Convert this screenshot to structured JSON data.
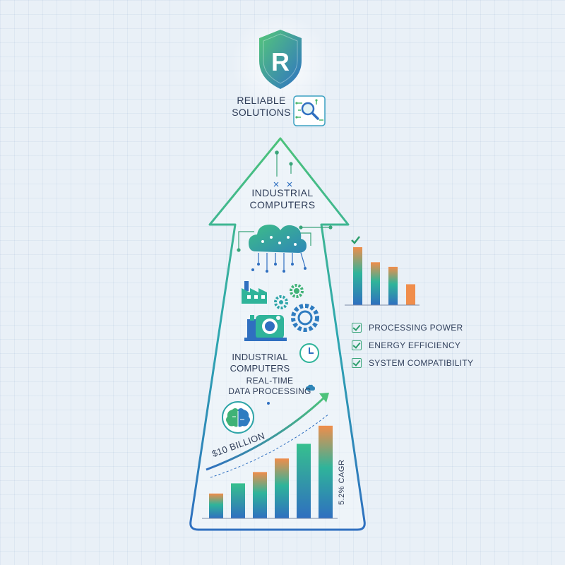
{
  "brand": {
    "name_line1": "RELIABLE",
    "name_line2": "SOLUTIONS",
    "logo_letter": "R",
    "logo_icon": "shield-icon",
    "search_icon": "circuit-search-icon"
  },
  "arrow": {
    "title_line1": "INDUSTRIAL",
    "title_line2": "COMPUTERS",
    "cloud_icon": "cloud-network-icon",
    "factory_icon": "factory-icon",
    "gears_icon": "gears-icon",
    "machine_icon": "industrial-machine-icon",
    "clock_icon": "clock-icon",
    "brain_icon": "brain-icon",
    "mid_title_line1": "INDUSTRIAL",
    "mid_title_line2": "COMPUTERS",
    "mid_sub_line1": "REAL-TIME",
    "mid_sub_line2": "DATA PROCESSING"
  },
  "checklist": [
    {
      "label": "PROCESSING POWER"
    },
    {
      "label": "ENERGY EFFICIENCY"
    },
    {
      "label": "SYSTEM COMPATIBILITY"
    }
  ],
  "growth": {
    "market_label": "$10 BILLION",
    "cagr_label": "5.2% CAGR",
    "bars": [
      0.22,
      0.31,
      0.41,
      0.53,
      0.66,
      0.82
    ]
  },
  "side_bars": [
    1.0,
    0.74,
    0.66,
    0.36
  ],
  "colors": {
    "teal": "#2fb49a",
    "green": "#5cc35a",
    "blue": "#2f6fc0",
    "orange": "#f08d4b",
    "background": "#e9f0f7"
  }
}
